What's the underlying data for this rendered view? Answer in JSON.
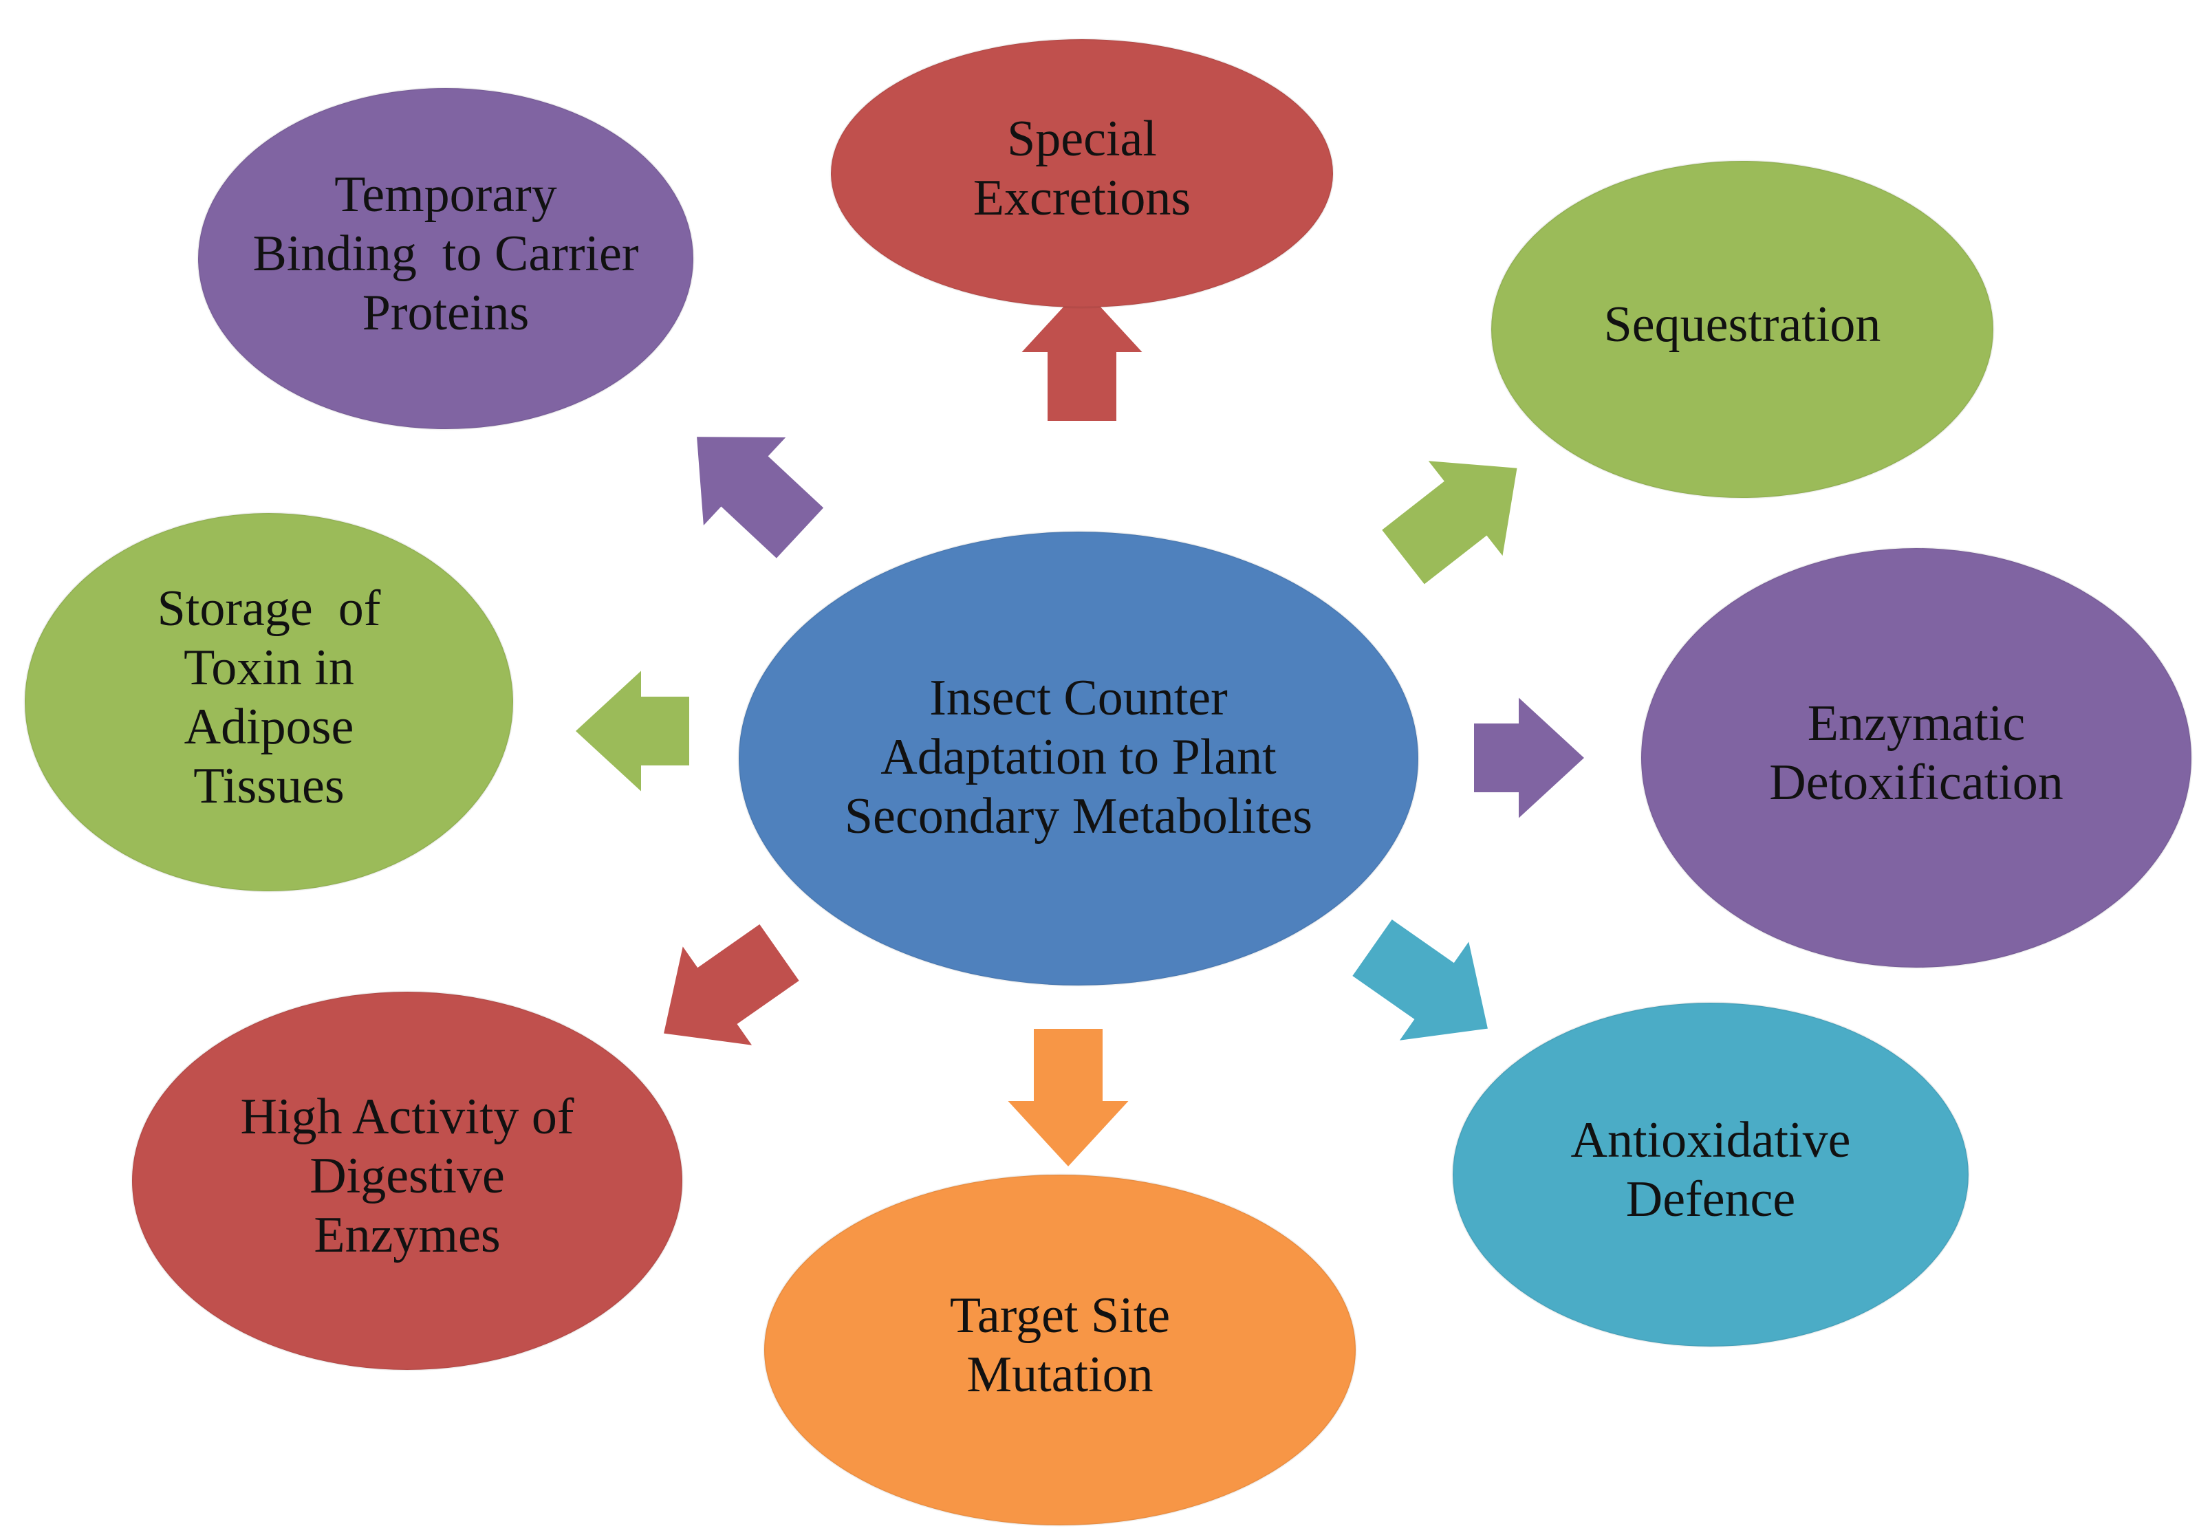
{
  "colors": {
    "blue": "#4f81bd",
    "red": "#c0504d",
    "green": "#9bbb59",
    "purple": "#8064a2",
    "teal": "#4bacc6",
    "orange": "#f79646"
  },
  "center": {
    "lines": [
      "Insect Counter",
      "Adaptation to Plant",
      "Secondary Metabolites"
    ],
    "color": "blue"
  },
  "nodes": [
    {
      "id": "special-excretions",
      "lines": [
        "Special",
        "Excretions"
      ],
      "color": "red"
    },
    {
      "id": "sequestration",
      "lines": [
        "Sequestration"
      ],
      "color": "green"
    },
    {
      "id": "enzymatic-detoxification",
      "lines": [
        "Enzymatic",
        "Detoxification"
      ],
      "color": "purple"
    },
    {
      "id": "antioxidative-defence",
      "lines": [
        "Antioxidative",
        "Defence"
      ],
      "color": "teal"
    },
    {
      "id": "target-site-mutation",
      "lines": [
        "Target Site",
        "Mutation"
      ],
      "color": "orange"
    },
    {
      "id": "high-activity-digestive-enzymes",
      "lines": [
        "High Activity of",
        "Digestive",
        "Enzymes"
      ],
      "color": "red"
    },
    {
      "id": "storage-toxin-adipose",
      "lines": [
        "Storage  of",
        "Toxin in",
        "Adipose",
        "Tissues"
      ],
      "color": "green"
    },
    {
      "id": "temporary-binding-carrier",
      "lines": [
        "Temporary",
        "Binding  to Carrier",
        "Proteins"
      ],
      "color": "purple"
    }
  ]
}
